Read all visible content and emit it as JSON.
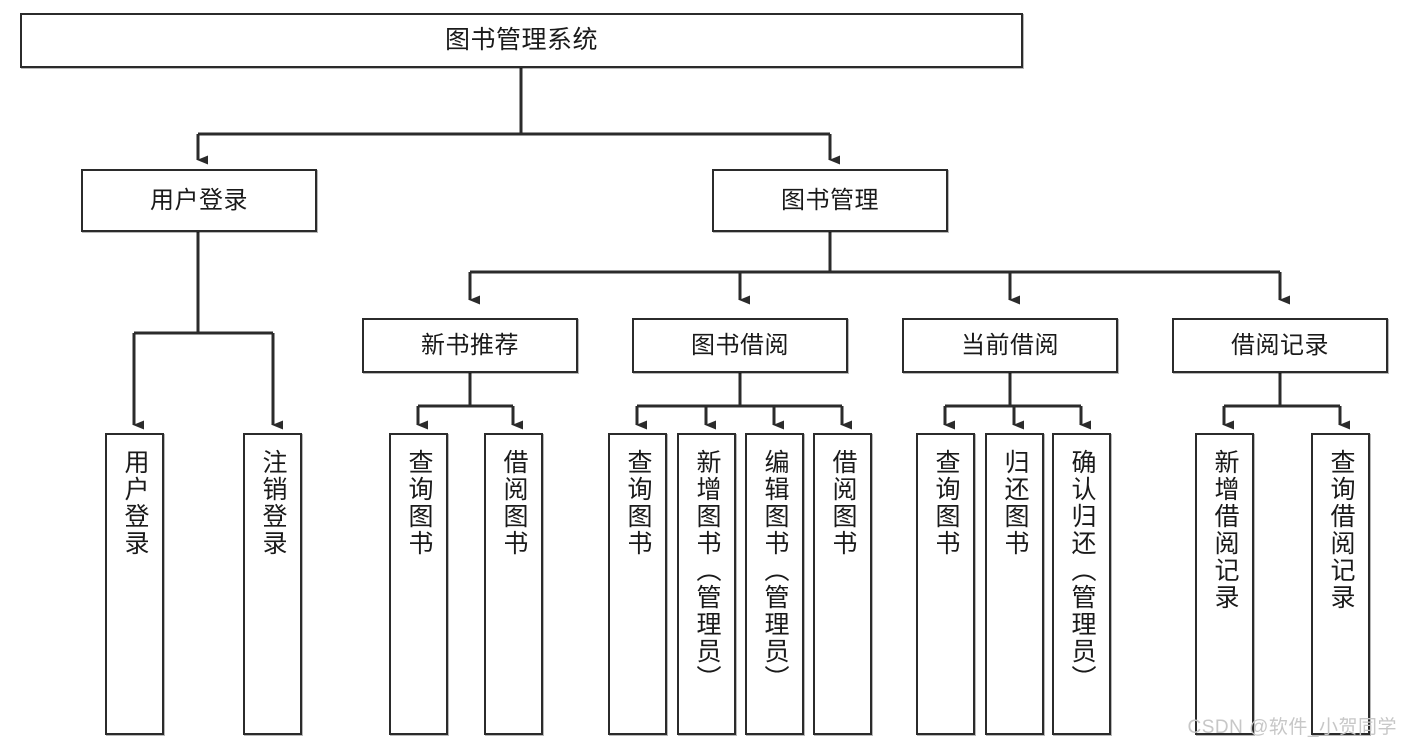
{
  "diagram": {
    "title": "图书管理系统",
    "type": "tree-hierarchy",
    "orientation": "top-down",
    "watermark": "CSDN @软件_小贺同学",
    "colors": {
      "node_border": "#2b2b2b",
      "node_fill": "#ffffff",
      "edge": "#2b2b2b",
      "text": "#1a1a1a",
      "watermark": "#c7c7c7",
      "background": "#ffffff"
    },
    "nodes": {
      "root": {
        "label": "图书管理系统"
      },
      "level2": [
        {
          "id": "user-login",
          "label": "用户登录"
        },
        {
          "id": "book-manage",
          "label": "图书管理"
        }
      ],
      "level3": [
        {
          "id": "new-book-recommend",
          "label": "新书推荐"
        },
        {
          "id": "book-borrow",
          "label": "图书借阅"
        },
        {
          "id": "current-borrow",
          "label": "当前借阅"
        },
        {
          "id": "borrow-record",
          "label": "借阅记录"
        }
      ],
      "leaves": {
        "user_login": [
          {
            "id": "leaf-user-login",
            "label": "用户登录"
          },
          {
            "id": "leaf-logout-login",
            "label": "注销登录"
          }
        ],
        "new_book_recommend": [
          {
            "id": "leaf-query-book-1",
            "label": "查询图书"
          },
          {
            "id": "leaf-borrow-book-1",
            "label": "借阅图书"
          }
        ],
        "book_borrow": [
          {
            "id": "leaf-query-book-2",
            "label": "查询图书"
          },
          {
            "id": "leaf-add-book",
            "label": "新增图书（管理员）"
          },
          {
            "id": "leaf-edit-book",
            "label": "编辑图书（管理员）"
          },
          {
            "id": "leaf-borrow-book-2",
            "label": "借阅图书"
          }
        ],
        "current_borrow": [
          {
            "id": "leaf-query-book-3",
            "label": "查询图书"
          },
          {
            "id": "leaf-return-book",
            "label": "归还图书"
          },
          {
            "id": "leaf-confirm-return",
            "label": "确认归还（管理员）"
          }
        ],
        "borrow_record": [
          {
            "id": "leaf-add-record",
            "label": "新增借阅记录"
          },
          {
            "id": "leaf-query-record",
            "label": "查询借阅记录"
          }
        ]
      }
    }
  }
}
